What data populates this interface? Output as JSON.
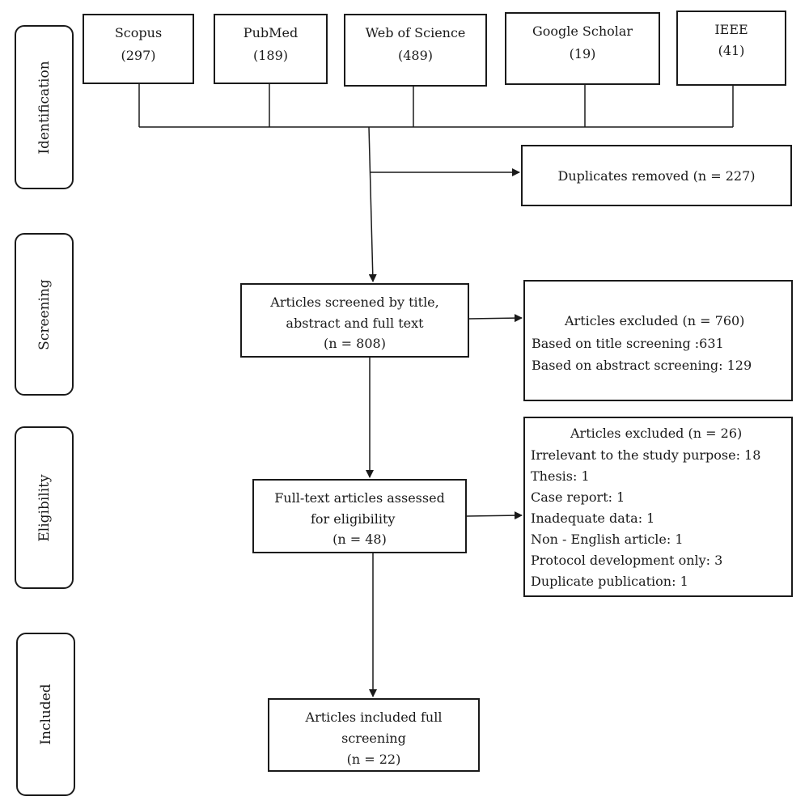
{
  "stages": {
    "identification": "Identification",
    "screening": "Screening",
    "eligibility": "Eligibility",
    "included": "Included"
  },
  "sources": [
    {
      "name": "Scopus",
      "count": "(297)"
    },
    {
      "name": "PubMed",
      "count": "(189)"
    },
    {
      "name": "Web of Science",
      "count": "(489)"
    },
    {
      "name": "Google Scholar",
      "count": "(19)"
    },
    {
      "name": "IEEE",
      "count": "(41)"
    }
  ],
  "duplicates": {
    "label": "Duplicates removed (n = 227)"
  },
  "screened": {
    "line1": "Articles screened by title,",
    "line2": "abstract and full text",
    "line3": "(n = 808)"
  },
  "excluded_screening": {
    "title": "Articles excluded (n = 760)",
    "items": [
      "Based on title screening :631",
      "Based on abstract screening: 129"
    ]
  },
  "fulltext": {
    "line1": "Full-text articles assessed",
    "line2": "for eligibility",
    "line3": "(n = 48)"
  },
  "excluded_eligibility": {
    "title": "Articles excluded (n = 26)",
    "items": [
      "Irrelevant to the study purpose: 18",
      "Thesis: 1",
      "Case report: 1",
      "Inadequate data: 1",
      "Non - English article: 1",
      "Protocol development only: 3",
      "Duplicate publication: 1"
    ]
  },
  "included": {
    "line1": "Articles included full",
    "line2": "screening",
    "line3": "(n = 22)"
  }
}
